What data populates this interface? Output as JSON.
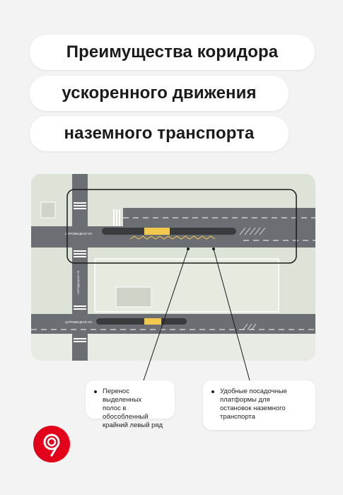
{
  "header": {
    "line1": "Преимущества коридора",
    "line2": "ускоренного движения",
    "line3": "наземного транспорта"
  },
  "callouts": [
    {
      "text": [
        "Перенос выделенных",
        "полос в обособленный",
        "крайний левый ряд"
      ]
    },
    {
      "text": [
        "Удобные посадочные",
        "платформы для",
        "остановок наземного",
        "транспорта"
      ]
    }
  ],
  "map": {
    "street_label_top": "ЦУРОВЕЦКАЯ УЛ.",
    "street_label_bottom": "ЦУРОВЕЦКАЯ УЛ.",
    "side_street_label": "ГОРОДЕЦКАЯ УЛ."
  },
  "colors": {
    "brand_red": "#e2001a",
    "platform_yellow": "#f2c94c",
    "road": "#6b6e72",
    "greenery": "#dde3d6",
    "median": "#3a3b3d"
  },
  "logo": {
    "icon": "moscow-transport-logo-icon"
  }
}
